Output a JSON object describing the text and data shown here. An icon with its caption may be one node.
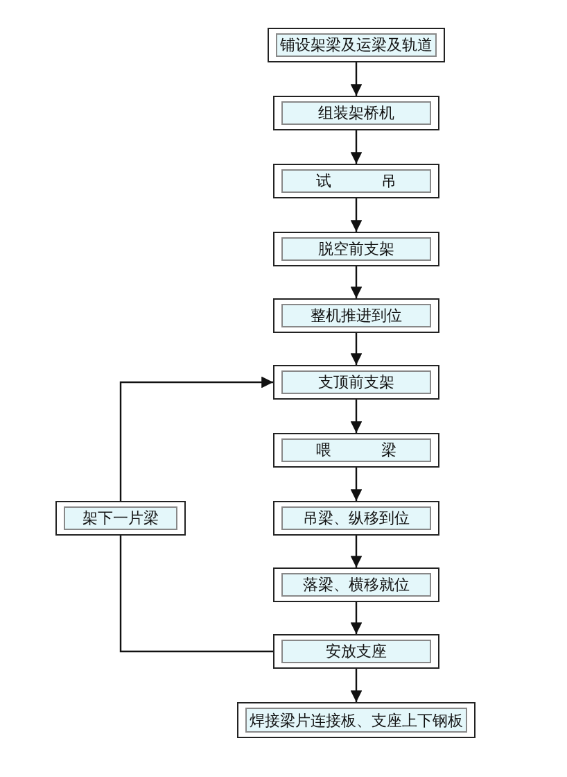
{
  "diagram": {
    "nodes": [
      {
        "text": [
          "铺设架梁及运梁及轨道"
        ]
      },
      {
        "text": [
          "组装架桥机"
        ]
      },
      {
        "text": [
          "试 吊"
        ]
      },
      {
        "text": [
          "脱空前支架"
        ]
      },
      {
        "text": [
          "整机推进到位"
        ]
      },
      {
        "text": [
          "支顶前支架"
        ]
      },
      {
        "text": [
          "喂 梁"
        ]
      },
      {
        "text": [
          "吊梁、纵移到位"
        ]
      },
      {
        "text": [
          "落梁、横移就位"
        ]
      },
      {
        "text": [
          "安放支座"
        ]
      },
      {
        "text": [
          "焊接梁片连接板、支座上下钢板"
        ]
      },
      {
        "text": [
          "架下一片梁"
        ]
      }
    ],
    "edges": [
      {
        "from": 0,
        "to": 1,
        "arrow": "to"
      },
      {
        "from": 1,
        "to": 2,
        "arrow": "to"
      },
      {
        "from": 2,
        "to": 3,
        "arrow": "to"
      },
      {
        "from": 3,
        "to": 4,
        "arrow": "to"
      },
      {
        "from": 4,
        "to": 5,
        "arrow": "to"
      },
      {
        "from": 5,
        "to": 6,
        "arrow": "to"
      },
      {
        "from": 6,
        "to": 7,
        "arrow": "to"
      },
      {
        "from": 7,
        "to": 8,
        "arrow": "to"
      },
      {
        "from": 8,
        "to": 9,
        "arrow": "to"
      },
      {
        "from": 9,
        "to": 10,
        "arrow": "to"
      },
      {
        "from": 9,
        "to": 11,
        "arrow": "none"
      },
      {
        "from": 11,
        "to": 5,
        "arrow": "to"
      }
    ]
  }
}
